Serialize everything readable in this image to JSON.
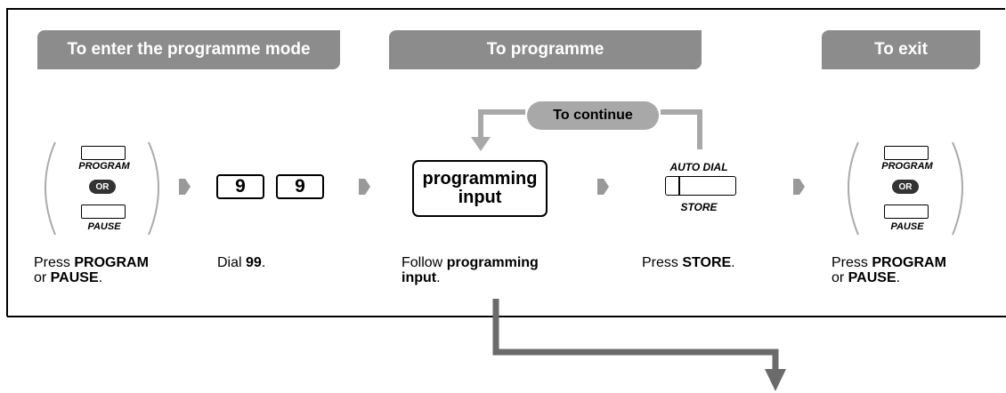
{
  "headers": {
    "enter": "To enter the programme mode",
    "programme": "To programme",
    "exit": "To exit"
  },
  "continue_label": "To continue",
  "keys": {
    "program": "PROGRAM",
    "or": "OR",
    "pause": "PAUSE",
    "digit1": "9",
    "digit2": "9",
    "auto_dial": "AUTO DIAL",
    "store": "STORE"
  },
  "programming_input": {
    "line1": "programming",
    "line2": "input"
  },
  "captions": {
    "step1": {
      "pre": "Press ",
      "b1": "PROGRAM",
      "mid": "or ",
      "b2": "PAUSE",
      "post": "."
    },
    "step2": {
      "pre": "Dial ",
      "b1": "99",
      "post": "."
    },
    "step3": {
      "pre": "Follow ",
      "b1": "programming",
      "b2": "input",
      "post": "."
    },
    "step4": {
      "pre": "Press ",
      "b1": "STORE",
      "post": "."
    },
    "step5": {
      "pre": "Press ",
      "b1": "PROGRAM",
      "mid": "or ",
      "b2": "PAUSE",
      "post": "."
    }
  },
  "colors": {
    "header_bg": "#8c8c8c",
    "continue_bg": "#a8a8a8",
    "arrow": "#999999",
    "flow_arrow": "#6b6b6b"
  }
}
